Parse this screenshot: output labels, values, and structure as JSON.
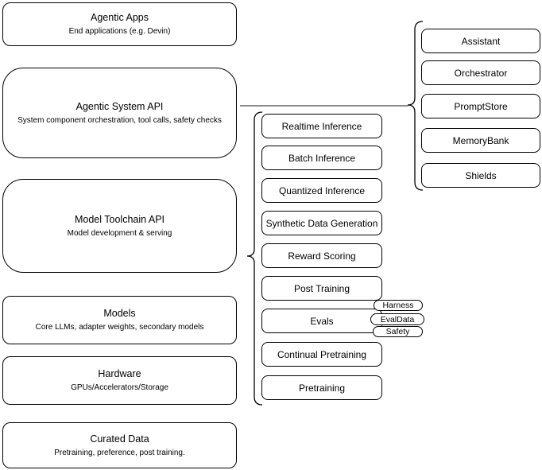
{
  "colors": {
    "stroke": "#000000",
    "canvas": "#ffffff",
    "connector_line": "#8c8c8c"
  },
  "stack": [
    {
      "title": "Agentic Apps",
      "subtitle": "End applications (e.g. Devin)"
    },
    {
      "title": "Agentic System API",
      "subtitle": "System component orchestration, tool calls, safety checks"
    },
    {
      "title": "Model Toolchain API",
      "subtitle": "Model development & serving"
    },
    {
      "title": "Models",
      "subtitle": "Core LLMs, adapter weights, secondary models"
    },
    {
      "title": "Hardware",
      "subtitle": "GPUs/Accelerators/Storage"
    },
    {
      "title": "Curated Data",
      "subtitle": "Pretraining, preference, post training."
    }
  ],
  "toolchain": {
    "items": [
      {
        "label": "Realtime Inference"
      },
      {
        "label": "Batch Inference"
      },
      {
        "label": "Quantized Inference"
      },
      {
        "label": "Synthetic Data Generation"
      },
      {
        "label": "Reward Scoring"
      },
      {
        "label": "Post Training"
      },
      {
        "label": "Evals"
      },
      {
        "label": "Continual Pretraining"
      },
      {
        "label": "Pretraining"
      }
    ],
    "evals_tags": [
      {
        "label": "Harness"
      },
      {
        "label": "EvalData"
      },
      {
        "label": "Safety"
      }
    ]
  },
  "system_components": {
    "items": [
      {
        "label": "Assistant"
      },
      {
        "label": "Orchestrator"
      },
      {
        "label": "PromptStore"
      },
      {
        "label": "MemoryBank"
      },
      {
        "label": "Shields"
      }
    ]
  }
}
